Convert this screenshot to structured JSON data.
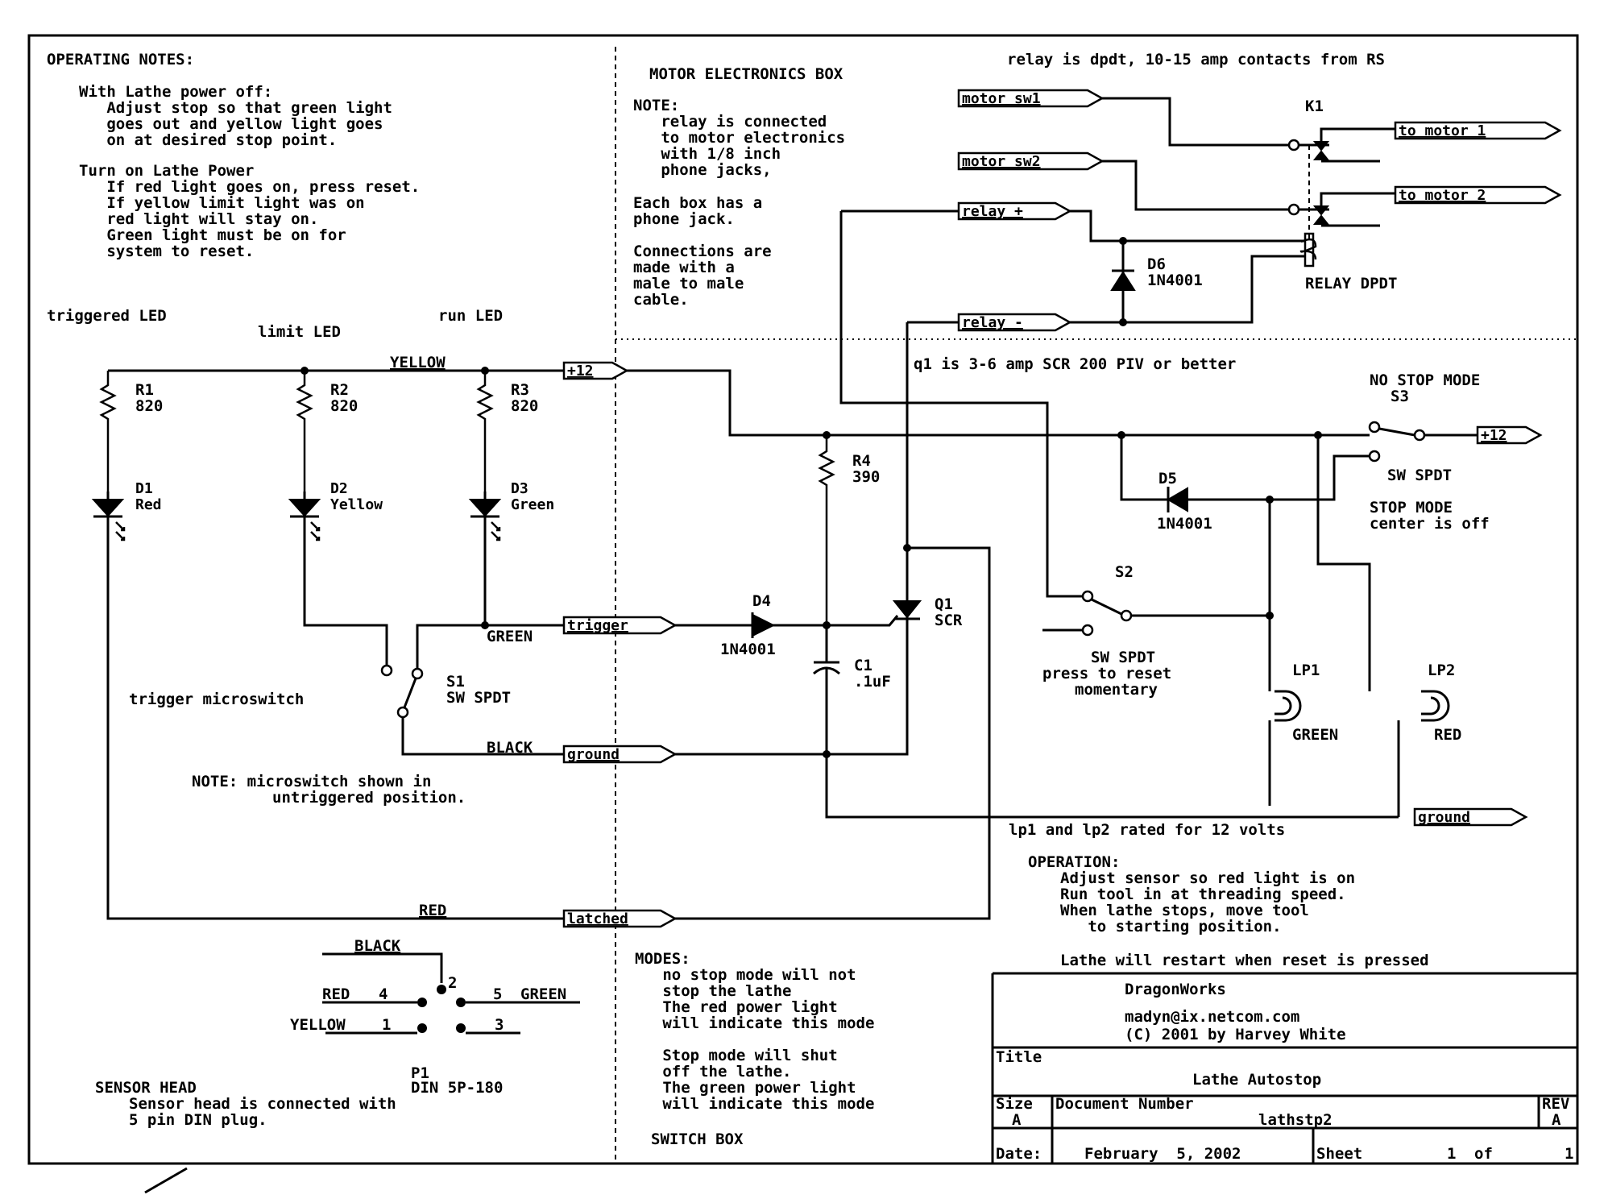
{
  "operating_notes": {
    "title": "OPERATING NOTES:",
    "lines": [
      "With Lathe power off:",
      "   Adjust stop so that green light",
      "   goes out and yellow light goes",
      "   on at desired stop point.",
      "",
      "Turn on Lathe Power",
      "   If red light goes on, press reset.",
      "   If yellow limit light was on",
      "   red light will stay on.",
      "   Green light must be on for",
      "   system to reset."
    ]
  },
  "motor_box": {
    "title": "MOTOR ELECTRONICS BOX",
    "note_lines": [
      "NOTE:",
      "   relay is connected",
      "   to motor electronics",
      "   with 1/8 inch",
      "   phone jacks,",
      "",
      "Each box has a",
      "phone jack.",
      "",
      "Connections are",
      "made with a",
      "male to male",
      "cable."
    ],
    "relay_note": "relay is dpdt, 10-15 amp contacts from RS",
    "relay_ref": "K1",
    "relay_label": "RELAY DPDT",
    "d6_ref": "D6",
    "d6_part": "1N4001"
  },
  "ports": {
    "motor_sw1": "motor sw1",
    "motor_sw2": "motor sw2",
    "relay_plus": "relay +",
    "relay_minus": "relay -",
    "to_motor_1": "to motor 1",
    "to_motor_2": "to motor 2",
    "plus12_left": "+12",
    "plus12_right": "+12",
    "trigger": "trigger",
    "ground_left": "ground",
    "ground_right": "ground",
    "latched": "latched"
  },
  "leds": {
    "triggered": "triggered LED",
    "limit": "limit LED",
    "run": "run LED",
    "items": [
      {
        "rref": "R1",
        "rval": "820",
        "dref": "D1",
        "dcolor": "Red"
      },
      {
        "rref": "R2",
        "rval": "820",
        "dref": "D2",
        "dcolor": "Yellow"
      },
      {
        "rref": "R3",
        "rval": "820",
        "dref": "D3",
        "dcolor": "Green"
      }
    ]
  },
  "wires": {
    "yellow": "YELLOW",
    "green": "GREEN",
    "black": "BLACK",
    "red": "RED"
  },
  "switch_box": {
    "trigger_label": "trigger microswitch",
    "s1_ref": "S1",
    "s1_type": "SW SPDT",
    "micro_note_1": "NOTE: microswitch shown in",
    "micro_note_2": "untriggered position.",
    "label": "SWITCH BOX"
  },
  "sensor": {
    "title": "SENSOR HEAD",
    "desc_1": "Sensor head is connected with",
    "desc_2": "5 pin DIN plug.",
    "p1_ref": "P1",
    "p1_type": "DIN 5P-180",
    "pins": {
      "black": "BLACK",
      "red": "RED",
      "yellow": "YELLOW",
      "green": "GREEN",
      "n1": "1",
      "n2": "2",
      "n3": "3",
      "n4": "4",
      "n5": "5"
    }
  },
  "scr": {
    "q1_note": "q1 is 3-6 amp SCR 200 PIV or better",
    "q1_ref": "Q1",
    "q1_type": "SCR",
    "r4_ref": "R4",
    "r4_val": "390",
    "d4_ref": "D4",
    "d4_part": "1N4001",
    "c1_ref": "C1",
    "c1_val": ".1uF",
    "d5_ref": "D5",
    "d5_part": "1N4001"
  },
  "switches": {
    "s3_mode": "NO STOP MODE",
    "s3_ref": "S3",
    "s3_type": "SW SPDT",
    "s3_stop_1": "STOP MODE",
    "s3_stop_2": "center is off",
    "s2_ref": "S2",
    "s2_type": "SW SPDT",
    "s2_desc_1": "press to reset",
    "s2_desc_2": "momentary"
  },
  "lamps": {
    "lp1_ref": "LP1",
    "lp1_color": "GREEN",
    "lp2_ref": "LP2",
    "lp2_color": "RED",
    "rating": "lp1 and lp2 rated for 12 volts"
  },
  "operation": {
    "title": "OPERATION:",
    "lines": [
      "Adjust sensor so red light is on",
      "Run tool in at threading speed.",
      "When lathe stops, move tool",
      "   to starting position.",
      "",
      "Lathe will restart when reset is pressed"
    ]
  },
  "modes": {
    "lines": [
      "MODES:",
      "   no stop mode will not",
      "   stop the lathe",
      "   The red power light",
      "   will indicate this mode",
      "",
      "   Stop mode will shut",
      "   off the lathe.",
      "   The green power light",
      "   will indicate this mode"
    ]
  },
  "title_block": {
    "company": "DragonWorks",
    "email": "madyn@ix.netcom.com",
    "copyright": "(C) 2001 by Harvey White",
    "title_label": "Title",
    "title": "Lathe Autostop",
    "size_label": "Size",
    "size": "A",
    "docnum_label": "Document Number",
    "docnum": "lathstp2",
    "rev_label": "REV",
    "rev": "A",
    "date_label": "Date:",
    "date": "February  5, 2002",
    "sheet_label": "Sheet",
    "sheet": "1",
    "of_label": "of",
    "of": "1"
  }
}
